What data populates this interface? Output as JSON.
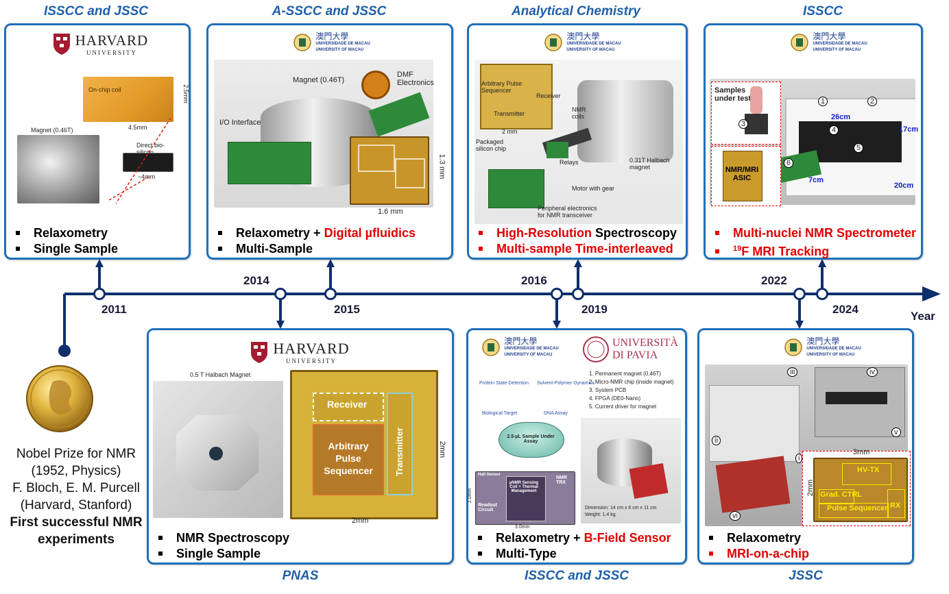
{
  "timeline": {
    "axis_label": "Year",
    "years": [
      "2011",
      "2014",
      "2015",
      "2016",
      "2019",
      "2022",
      "2024"
    ]
  },
  "nobel": {
    "lines": [
      "Nobel Prize for NMR",
      "(1952, Physics)",
      "F. Bloch, E. M. Purcell",
      "(Harvard, Stanford)"
    ],
    "bold_lines": [
      "First successful NMR",
      "experiments"
    ]
  },
  "cards": {
    "c2011": {
      "venue": "ISSCC and JSSC",
      "logo_name": "HARVARD",
      "logo_sub": "UNIVERSITY",
      "labels": [
        "On-chip coil",
        "2.5mm",
        "4.5mm",
        "Magnet (0.46T)",
        "Direct bio-silicon interface",
        "~4mm"
      ],
      "bullets": [
        "Relaxometry",
        "Single Sample"
      ]
    },
    "c2014": {
      "venue": "PNAS",
      "logo_name": "HARVARD",
      "logo_sub": "UNIVERSITY",
      "labels": [
        "0.5 T Halbach Magnet",
        "Receiver",
        "Arbitrary Pulse Sequencer",
        "Transmitter",
        "2mm",
        "2mm"
      ],
      "bullets": [
        "NMR Spectroscopy",
        "Single Sample"
      ]
    },
    "c2015": {
      "venue": "A-SSCC and JSSC",
      "logo_cn": "澳門大學",
      "logo_pt": "UNIVERSIDADE DE MACAU",
      "logo_en": "UNIVERSITY OF MACAU",
      "labels": [
        "Magnet (0.46T)",
        "DMF Electronics",
        "I/O Interface",
        "1.3 mm",
        "1.6 mm"
      ],
      "bullets_plain": [
        "Relaxometry + ",
        "Multi-Sample"
      ],
      "bullets_red": [
        "Digital µfluidics"
      ]
    },
    "c2016": {
      "venue": "ISSCC and JSSC",
      "logo_cn": "澳門大學",
      "logo_pt": "UNIVERSIDADE DE MACAU",
      "logo_en": "UNIVERSITY OF MACAU",
      "logo2_a": "UNIVERSITÀ",
      "logo2_b": "DI PAVIA",
      "list": [
        "1. Permanent magnet (0.46T)",
        "2. Micro-NMR chip (inside magnet)",
        "3. System PCB",
        "4. FPGA (DE0-Nano)",
        "5. Current driver for magnet"
      ],
      "labels": [
        "Protein State Detection",
        "Solvent-Polymer Dynamics",
        "Biological Target",
        "DNA Assay",
        "2.5-µL Sample Under Assay",
        "µNMR Sensing Coil + Thermal Management",
        "Readout Circuit",
        "NMR TRX",
        "Hall Sensor",
        "Dimension: 14 cm x 6 cm x 11 cm",
        "Weight: 1.4 kg",
        "3.0mm",
        "2.0mm"
      ],
      "bullets_plain": [
        "Relaxometry + ",
        "Multi-Type"
      ],
      "bullets_red": [
        "B-Field Sensor"
      ]
    },
    "c2019": {
      "venue": "Analytical Chemistry",
      "logo_cn": "澳門大學",
      "logo_pt": "UNIVERSIDADE DE MACAU",
      "logo_en": "UNIVERSITY OF MACAU",
      "labels": [
        "Arbitrary Pulse Sequencer",
        "Receiver",
        "Transmitter",
        "2 mm",
        "NMR coils",
        "0.31T Halbach magnet",
        "Packaged silicon chip",
        "Relays",
        "Motor with gear",
        "Peripheral electronics for NMR transceiver"
      ],
      "bullets_red_a": "High-Resolution",
      "bullets_plain_a": " Spectroscopy",
      "bullets_red_b": "Multi-sample Time-interleaved"
    },
    "c2022": {
      "venue": "JSSC",
      "logo_cn": "澳門大學",
      "logo_pt": "UNIVERSIDADE DE MACAU",
      "logo_en": "UNIVERSITY OF MACAU",
      "labels": [
        "iii",
        "iv",
        "ii",
        "v",
        "i",
        "vi",
        "3mm",
        "2mm",
        "HV-TX",
        "Grad. CTRL",
        "Pulse Sequencer",
        "RX"
      ],
      "bullets_plain": [
        "Relaxometry"
      ],
      "bullets_red": [
        "MRI-on-a-chip"
      ]
    },
    "c2024": {
      "venue": "ISSCC",
      "logo_cn": "澳門大學",
      "logo_pt": "UNIVERSIDADE DE MACAU",
      "logo_en": "UNIVERSITY OF MACAU",
      "labels": [
        "Samples under test",
        "NMR/MRI ASIC",
        "26cm",
        "17cm",
        "7cm",
        "20cm",
        "1",
        "2",
        "3",
        "4",
        "5",
        "6"
      ],
      "bullet_a": "Multi-nuclei NMR Spectrometer",
      "bullet_b_sup": "19",
      "bullet_b": "F MRI Tracking"
    }
  },
  "colors": {
    "frame": "#1f6fb8",
    "axis": "#0f2f6b",
    "venue": "#1f5fa8",
    "highlight": "#e00000"
  }
}
